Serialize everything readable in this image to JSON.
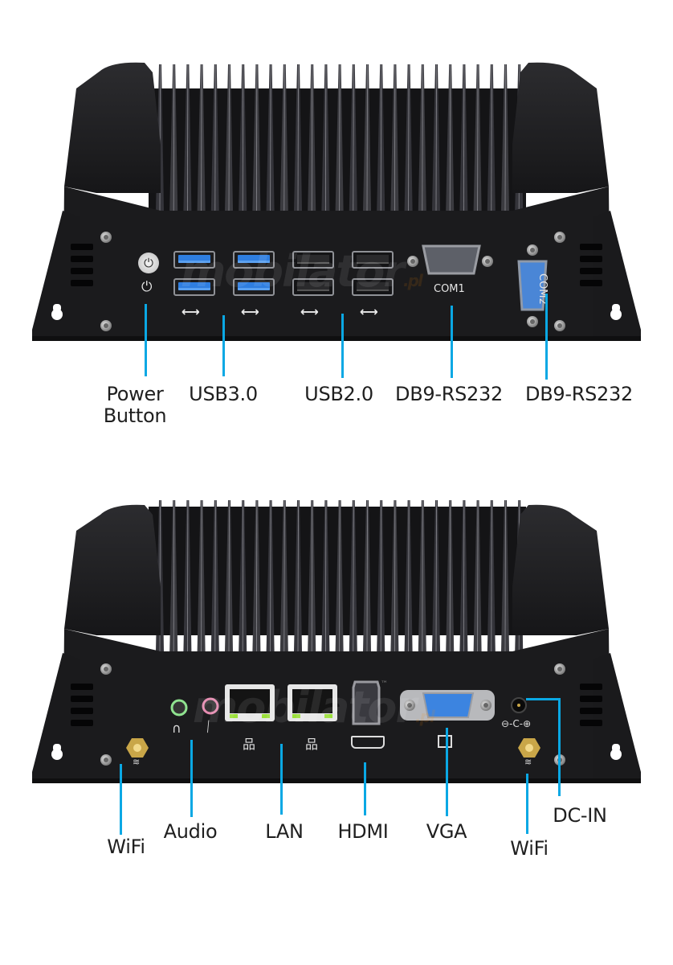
{
  "image": {
    "description": "Fanless industrial mini PC, front and rear panel port callouts",
    "watermark": "mobilator",
    "watermark_suffix": ".pl",
    "colors": {
      "background": "#ffffff",
      "chassis": "#1b1b1d",
      "callout_line": "#0aa8e4",
      "label_text": "#1f1f1f",
      "usb3_blue": "#2f7ee0",
      "db9_com2_blue": "#4a86d6",
      "vga_blue": "#3c84e0"
    }
  },
  "front_panel": {
    "connector_markings": {
      "com1": "COM1",
      "com2": "COM2"
    },
    "labels": {
      "power_button_line1": "Power",
      "power_button_line2": "Button",
      "usb3": "USB3.0",
      "usb2": "USB2.0",
      "com1": "DB9-RS232",
      "com2": "DB9-RS232"
    },
    "icons": {
      "usb_symbol": "⭠",
      "power_symbol": "⏻"
    }
  },
  "rear_panel": {
    "connector_markings": {
      "hdmi_tm": "™",
      "dc_polarity": "⊖-C-⊕"
    },
    "labels": {
      "wifi_left": "WiFi",
      "audio": "Audio",
      "lan": "LAN",
      "hdmi": "HDMI",
      "vga": "VGA",
      "wifi_right": "WiFi",
      "dc_in": "DC-IN"
    }
  }
}
